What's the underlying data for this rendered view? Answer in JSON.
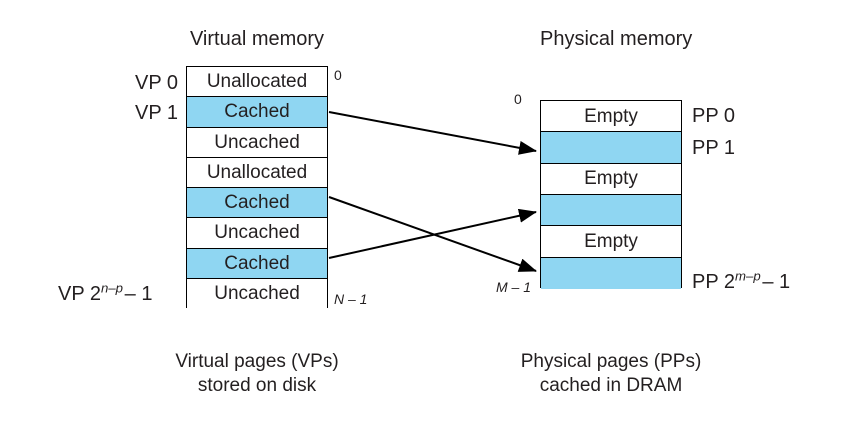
{
  "diagram": {
    "title": "Virtual memory page cache diagram",
    "colors": {
      "cached_fill": "#8fd6f2",
      "empty_fill": "#ffffff",
      "stroke": "#000000",
      "text": "#231f20"
    }
  },
  "virtual_memory": {
    "heading": "Virtual memory",
    "top_index": "0",
    "bottom_index": "N – 1",
    "caption_line1": "Virtual pages (VPs)",
    "caption_line2": "stored on disk",
    "rows": [
      {
        "label": "Unallocated",
        "state": "unallocated",
        "side_label": "VP 0"
      },
      {
        "label": "Cached",
        "state": "cached",
        "side_label": "VP 1"
      },
      {
        "label": "Uncached",
        "state": "uncached",
        "side_label": ""
      },
      {
        "label": "Unallocated",
        "state": "unallocated",
        "side_label": ""
      },
      {
        "label": "Cached",
        "state": "cached",
        "side_label": ""
      },
      {
        "label": "Uncached",
        "state": "uncached",
        "side_label": ""
      },
      {
        "label": "Cached",
        "state": "cached",
        "side_label": ""
      },
      {
        "label": "Uncached",
        "state": "uncached",
        "side_label": "VP 2^(n-p) - 1"
      }
    ]
  },
  "physical_memory": {
    "heading": "Physical memory",
    "top_index": "0",
    "bottom_index": "M – 1",
    "caption_line1": "Physical pages (PPs)",
    "caption_line2": "cached in DRAM",
    "rows": [
      {
        "label": "Empty",
        "state": "empty",
        "side_label": "PP 0"
      },
      {
        "label": "",
        "state": "cached",
        "side_label": "PP 1"
      },
      {
        "label": "Empty",
        "state": "empty",
        "side_label": ""
      },
      {
        "label": "",
        "state": "cached",
        "side_label": ""
      },
      {
        "label": "Empty",
        "state": "empty",
        "side_label": ""
      },
      {
        "label": "",
        "state": "cached",
        "side_label": "PP 2^(m-p) - 1"
      }
    ]
  },
  "mappings": [
    {
      "from_vp_row": 1,
      "to_pp_row": 1
    },
    {
      "from_vp_row": 4,
      "to_pp_row": 5
    },
    {
      "from_vp_row": 6,
      "to_pp_row": 3
    }
  ]
}
